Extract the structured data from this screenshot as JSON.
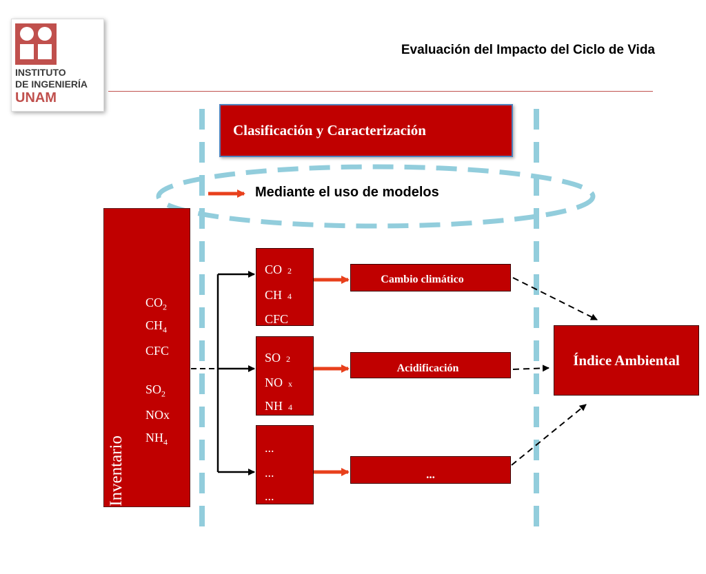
{
  "header": {
    "title": "Evaluación del Impacto del Ciclo de Vida",
    "logo": {
      "line1": "INSTITUTO",
      "line2": "DE INGENIERÍA",
      "line3": "UNAM"
    }
  },
  "classification_box": {
    "label": "Clasificación y Caracterización"
  },
  "models_note": {
    "label": "Mediante el uso de modelos"
  },
  "inventory": {
    "title": "Tabla del Inventario",
    "items": [
      {
        "base": "CO",
        "sub": "2"
      },
      {
        "base": "CH",
        "sub": "4"
      },
      {
        "base": "CFC",
        "sub": ""
      },
      {
        "base": "SO",
        "sub": "2"
      },
      {
        "base": "NOx",
        "sub": ""
      },
      {
        "base": "NH",
        "sub": "4"
      }
    ]
  },
  "groups": [
    {
      "lines": [
        {
          "base": "CO",
          "suffix": "2"
        },
        {
          "base": "CH",
          "suffix": "4"
        },
        {
          "base": "CFC",
          "suffix": ""
        }
      ]
    },
    {
      "lines": [
        {
          "base": "SO",
          "suffix": "2"
        },
        {
          "base": "NO",
          "suffix": "x"
        },
        {
          "base": "NH",
          "suffix": "4"
        }
      ]
    },
    {
      "lines": [
        {
          "base": "...",
          "suffix": ""
        },
        {
          "base": "...",
          "suffix": ""
        },
        {
          "base": "...",
          "suffix": ""
        }
      ]
    }
  ],
  "categories": [
    {
      "label": "Cambio climático"
    },
    {
      "label": "Acidificación"
    },
    {
      "label": "..."
    }
  ],
  "index_box": {
    "label": "Índice Ambiental"
  },
  "colors": {
    "box_red": "#c00000",
    "arrow_orange": "#e8401c",
    "dashed_blue": "#92cddc",
    "rule": "#c0504d"
  }
}
